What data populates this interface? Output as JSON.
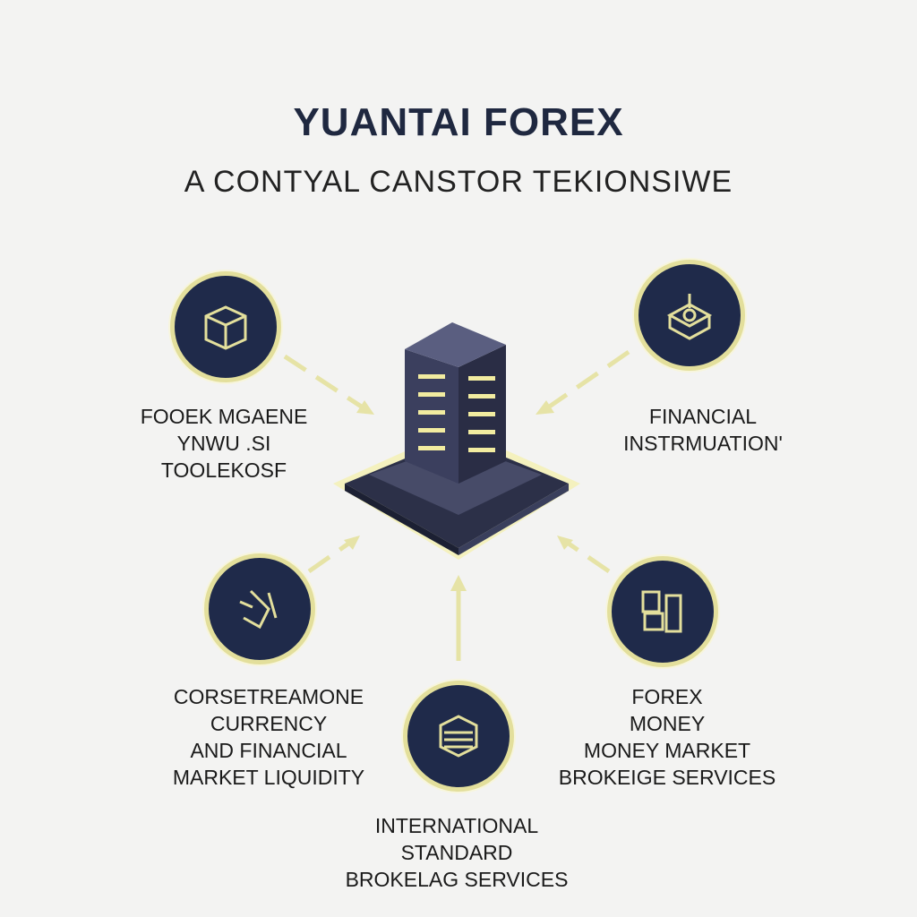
{
  "header": {
    "title": "YUANTAI FOREX",
    "subtitle": "A CONTYAL CANSTOR TEKIONSIWE"
  },
  "nodes": [
    {
      "icon": "cube-icon",
      "lines": [
        "FOOEK MGAENE",
        "YNWU .SI",
        "TOOLEKOSF"
      ]
    },
    {
      "icon": "box-icon",
      "lines": [
        "FINANCIAL",
        "INSTRMUATION'"
      ]
    },
    {
      "icon": "hand-tools-icon",
      "lines": [
        "CORSETREAMONE",
        "CURRENCY",
        "AND FINANCIAL",
        "MARKET LIQUIDITY"
      ]
    },
    {
      "icon": "buildings-icon",
      "lines": [
        "FOREX",
        "MONEY",
        "MONEY MARKET",
        "BROKEIGE SERVICES"
      ]
    },
    {
      "icon": "stack-icon",
      "lines": [
        "INTERNATIONAL",
        "STANDARD",
        "BROKELAG SERVICES"
      ]
    }
  ],
  "colors": {
    "navy": "#1f2a4a",
    "gold": "#e3df9c",
    "window": "#f2eca0"
  }
}
